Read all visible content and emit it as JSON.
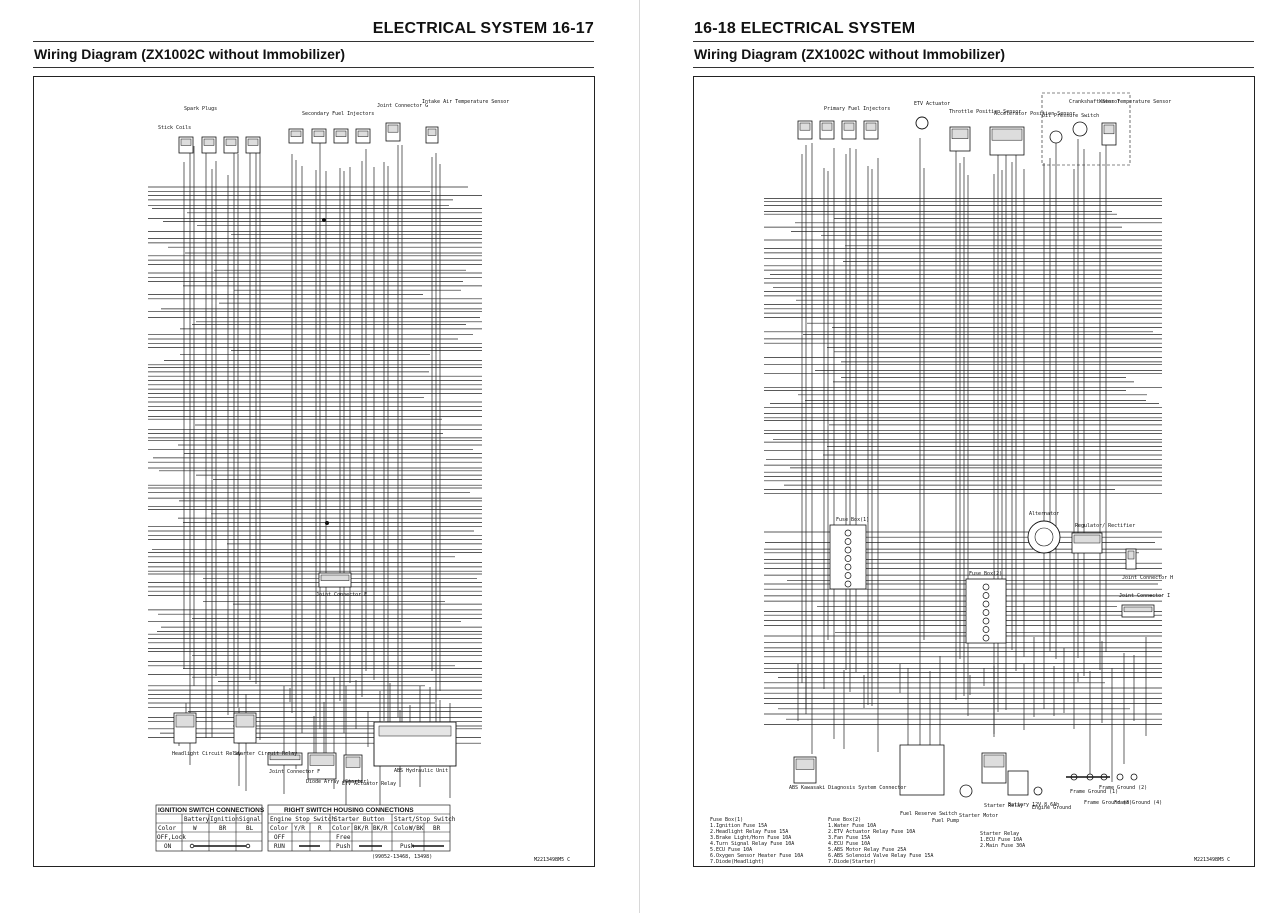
{
  "left": {
    "header": "ELECTRICAL SYSTEM 16-17",
    "subtitle": "Wiring Diagram (ZX1002C without Immobilizer)",
    "labels": {
      "spark_plugs": "Spark Plugs",
      "stick_coils": "Stick Coils",
      "secondary_injectors": "Secondary Fuel Injectors",
      "joint_connector_g": "Joint Connector G",
      "intake_air_temp": "Intake Air Temperature Sensor",
      "joint_connector_e": "Joint Connector E",
      "headlight_relay": "Headlight Circuit Relay",
      "starter_relay": "Starter Circuit Relay",
      "joint_connector_f": "Joint Connector F",
      "diode_array": "Diode Array (Starter)",
      "etv_relay": "ETV Actuator Relay",
      "abs_unit": "ABS Hydraulic Unit",
      "part_code": "(99052-13468, 13498)",
      "diagram_code": "M221349BM5 C"
    },
    "ignition_table": {
      "title": "IGNITION SWITCH CONNECTIONS",
      "headers": [
        "",
        "Battery",
        "Ignition",
        "Signal"
      ],
      "row_color": [
        "Color",
        "W",
        "BR",
        "BL"
      ],
      "row_off": "OFF,Lock",
      "row_on": "ON"
    },
    "switch_table": {
      "title": "RIGHT SWITCH HOUSING CONNECTIONS",
      "engine_stop": "Engine Stop Switch",
      "starter_button": "Starter Button",
      "start_stop": "Start/Stop Switch",
      "color": "Color",
      "c1": "Y/R",
      "c2": "R",
      "c3": "BK/R",
      "c4": "BK/R",
      "c5": "W/BK",
      "c6": "BR",
      "off": "OFF",
      "run": "RUN",
      "free": "Free",
      "push": "Push"
    }
  },
  "right": {
    "header": "16-18 ELECTRICAL SYSTEM",
    "subtitle": "Wiring Diagram (ZX1002C without Immobilizer)",
    "labels": {
      "primary_injectors": "Primary Fuel Injectors",
      "etv_actuator": "ETV Actuator",
      "throttle_sensor": "Throttle Position Sensor",
      "accel_sensor": "Accelerator Position Sensor",
      "oil_pressure": "Oil Pressure Switch",
      "crankshaft_sensor": "Crankshaft Sensor",
      "water_temp": "Water Temperature Sensor",
      "fuse_box_1": "Fuse Box(1)",
      "fuse_box_2": "Fuse Box(2)",
      "alternator": "Alternator",
      "regulator": "Regulator/ Rectifier",
      "joint_connector_h": "Joint Connector H",
      "joint_connector_i": "Joint Connector I",
      "abs_connector": "ABS Kawasaki Diagnosis System Connector",
      "fuel_reserve": "Fuel Reserve Switch",
      "fuel_pump": "Fuel Pump",
      "starter_motor": "Starter Motor",
      "starter_relay": "Starter Relay",
      "battery": "Battery 12V 8.6Ah",
      "engine_ground": "Engine Ground",
      "frame_grounds": [
        "Frame Ground (1)",
        "Frame Ground (2)",
        "Frame Ground (3)",
        "Frame Ground (4)"
      ],
      "diagram_code": "M221349BM5 C"
    },
    "legend_fuse1": {
      "title": "Fuse Box(1)",
      "items": [
        "1.Ignition Fuse 15A",
        "2.Headlight Relay Fuse 15A",
        "3.Brake Light/Horn Fuse 10A",
        "4.Turn Signal Relay Fuse 10A",
        "5.ECU Fuse 10A",
        "6.Oxygen Sensor Heater Fuse 10A",
        "7.Diode(Headlight)"
      ]
    },
    "legend_fuse2": {
      "title": "Fuse Box(2)",
      "items": [
        "1.Water Fuse 10A",
        "2.ETV Actuator Relay Fuse 10A",
        "3.Fan Fuse 15A",
        "4.ECU Fuse 10A",
        "5.ABS Motor Relay Fuse 25A",
        "6.ABS Solenoid Valve Relay Fuse 15A",
        "7.Diode(Starter)"
      ]
    },
    "legend_starter": {
      "title": "Starter Relay",
      "items": [
        "1.ECU Fuse 10A",
        "2.Main Fuse 30A"
      ]
    }
  }
}
